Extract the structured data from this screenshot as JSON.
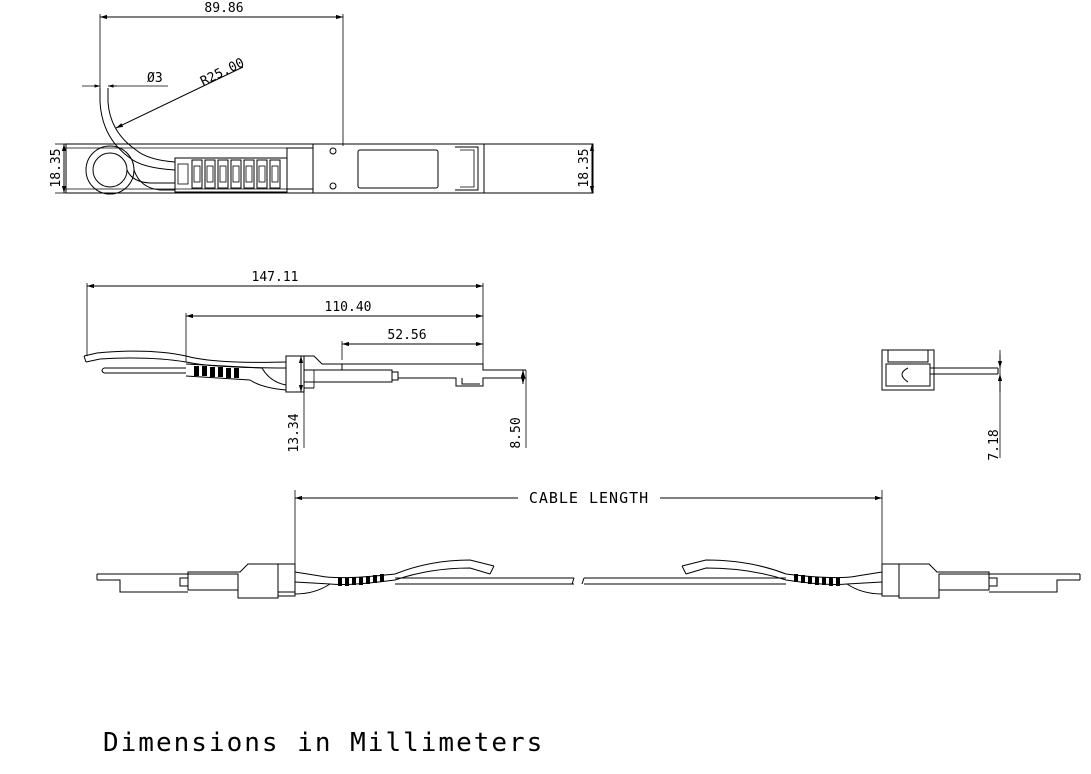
{
  "drawing": {
    "title": "Dimensions in Millimeters",
    "cable_length_label": "CABLE LENGTH",
    "top_view": {
      "width_to_latch": "89.86",
      "cable_diameter": "Ø3",
      "bend_radius": "R25.00",
      "height_left": "18.35",
      "height_right": "18.35"
    },
    "side_view": {
      "overall_length": "147.11",
      "pull_tab_to_end": "110.40",
      "housing_to_end": "52.56",
      "total_height": "13.34",
      "body_height": "8.50"
    },
    "end_view": {
      "height": "7.18"
    }
  }
}
